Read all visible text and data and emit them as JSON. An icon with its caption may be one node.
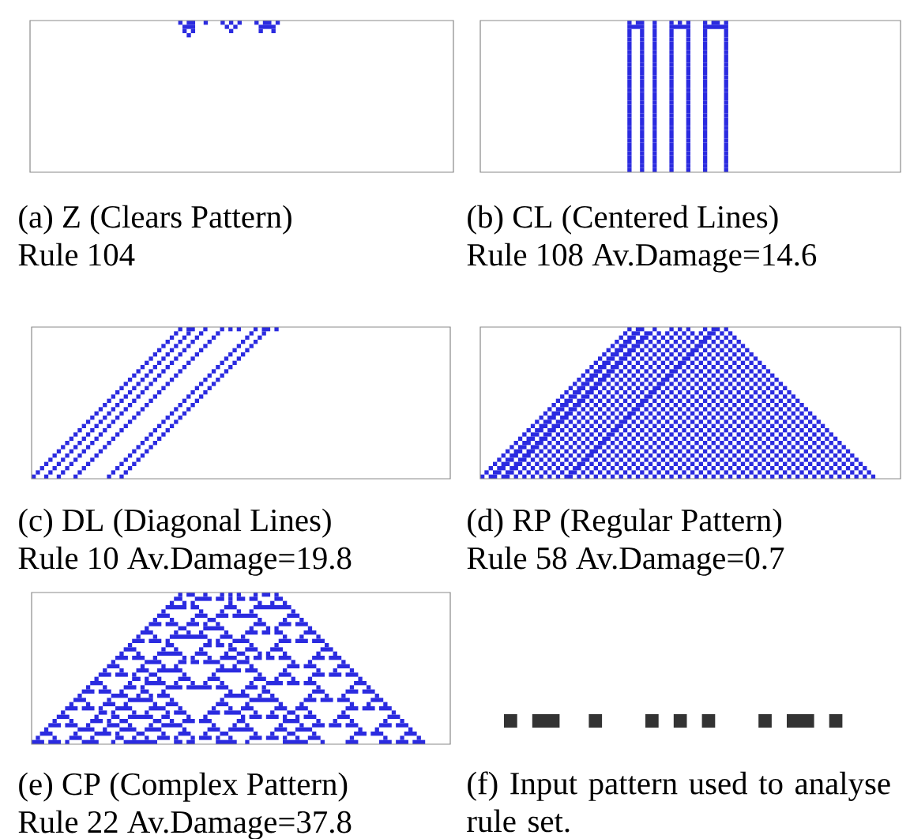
{
  "diagram": {
    "labels": [
      "(a) Z (Clears Pattern)",
      "Rule 104",
      "(b) CL (Centered Lines)",
      "Rule 108 Av.Damage=14.6",
      "(c) DL (Diagonal Lines)",
      "Rule 10 Av.Damage=19.8",
      "(d) RP (Regular Pattern)",
      "Rule 58 Av.Damage=0.7",
      "(e) CP (Complex Pattern)",
      "Rule 22 Av.Damage=37.8",
      "(f) Input pattern used to analyse rule set."
    ]
  }
}
